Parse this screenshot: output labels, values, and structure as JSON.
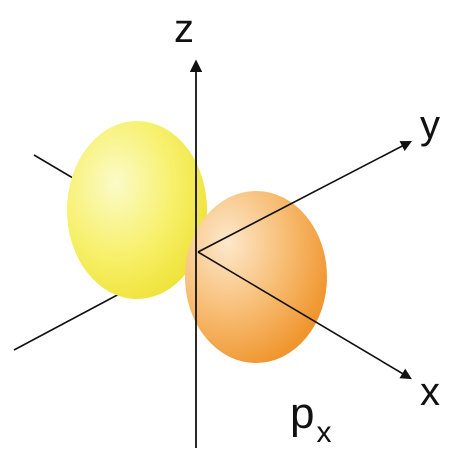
{
  "axes": {
    "z_label": "z",
    "y_label": "y",
    "x_label": "x"
  },
  "orbital": {
    "label_main": "p",
    "label_sub": "x"
  },
  "colors": {
    "axis": "#111111",
    "lobe_yellow_light": "#fbf9b8",
    "lobe_yellow_dark": "#f2e63a",
    "lobe_orange_light": "#fde1bd",
    "lobe_orange_dark": "#f39a3a"
  }
}
